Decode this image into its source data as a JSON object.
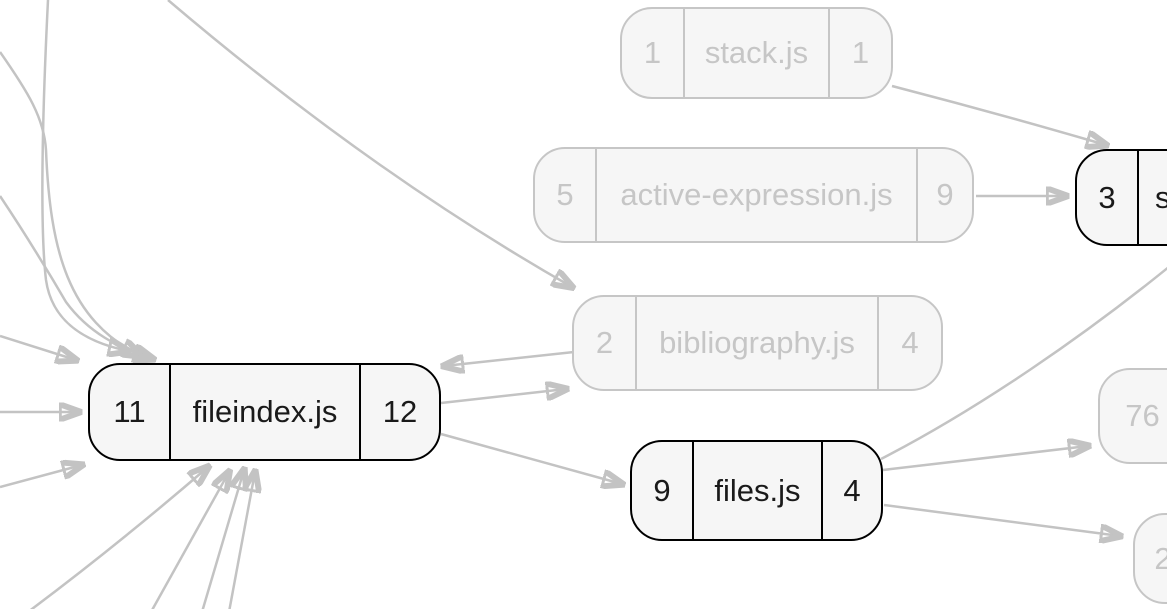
{
  "diagram": {
    "type": "dependency-graph",
    "colors": {
      "background": "#ffffff",
      "node_fill": "#f6f6f6",
      "active_border": "#000000",
      "active_text": "#1a1a1a",
      "muted_gray": "#c6c6c6",
      "edge_gray": "#c3c3c3"
    },
    "nodes": [
      {
        "id": "stack",
        "in": "1",
        "name": "stack.js",
        "out": "1",
        "state": "muted"
      },
      {
        "id": "active-expression",
        "in": "5",
        "name": "active-expression.js",
        "out": "9",
        "state": "muted"
      },
      {
        "id": "bibliography",
        "in": "2",
        "name": "bibliography.js",
        "out": "4",
        "state": "muted"
      },
      {
        "id": "fileindex",
        "in": "11",
        "name": "fileindex.js",
        "out": "12",
        "state": "active"
      },
      {
        "id": "files",
        "in": "9",
        "name": "files.js",
        "out": "4",
        "state": "active"
      },
      {
        "id": "stack-partial",
        "in": "3",
        "name": "s",
        "state": "active",
        "partial": true
      },
      {
        "id": "node-76",
        "in": "76",
        "state": "muted",
        "partial": true
      },
      {
        "id": "node-2",
        "in": "2",
        "state": "muted",
        "partial": true
      }
    ],
    "edges": [
      {
        "from": "stack",
        "to": "stack-partial"
      },
      {
        "from": "active-expression",
        "to": "stack-partial"
      },
      {
        "from": "offscreen-top",
        "to": "bibliography"
      },
      {
        "from": "bibliography",
        "to": "fileindex"
      },
      {
        "from": "fileindex",
        "to": "bibliography"
      },
      {
        "from": "fileindex",
        "to": "files"
      },
      {
        "from": "files",
        "to": "node-76"
      },
      {
        "from": "files",
        "to": "node-2"
      },
      {
        "from": "files",
        "to": "offscreen-right"
      },
      {
        "from": "offscreen-top",
        "to": "fileindex"
      },
      {
        "from": "offscreen-left-1",
        "to": "fileindex"
      },
      {
        "from": "offscreen-left-2",
        "to": "fileindex"
      },
      {
        "from": "offscreen-left-3",
        "to": "fileindex"
      },
      {
        "from": "offscreen-left-4",
        "to": "fileindex"
      },
      {
        "from": "offscreen-left-5",
        "to": "fileindex"
      },
      {
        "from": "offscreen-bottom-1",
        "to": "fileindex"
      },
      {
        "from": "offscreen-bottom-2",
        "to": "fileindex"
      },
      {
        "from": "offscreen-bottom-3",
        "to": "fileindex"
      },
      {
        "from": "offscreen-bottom-4",
        "to": "fileindex"
      }
    ]
  }
}
